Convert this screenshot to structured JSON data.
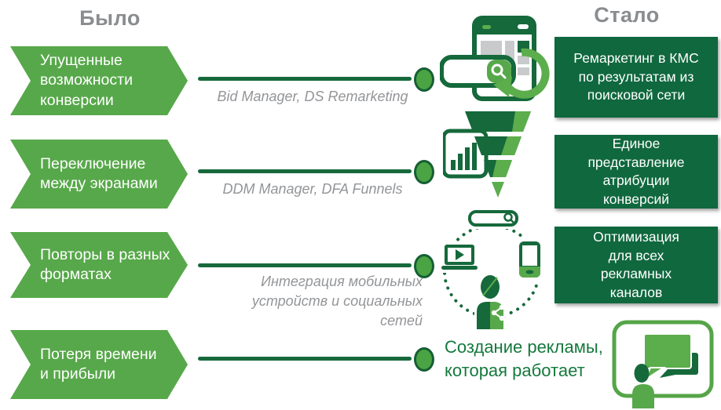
{
  "headers": {
    "before": "Было",
    "after": "Стало"
  },
  "rows": [
    {
      "problem": "Упущенные\nвозможности\nконверсии",
      "tools": "Bid Manager, DS Remarketing",
      "solution": "Ремаркетинг в КМС\nпо результатам из\nпоисковой сети",
      "icon": "browser-remarketing-refresh-icon"
    },
    {
      "problem": "Переключение\nмежду экранами",
      "tools": "DDM Manager, DFA Funnels",
      "solution": "Единое\nпредставление\nатрибуции\nконверсий",
      "icon": "funnel-analytics-icon"
    },
    {
      "problem": "Повторы в разных\nформатах",
      "tools": "Интеграция мобильных\nустройств и социальных\nсетей",
      "solution": "Оптимизация\nдля всех\nрекламных\nканалов",
      "icon": "cross-device-channels-icon"
    },
    {
      "problem": "Потеря времени\nи прибыли",
      "result": "Создание рекламы,\nкоторая работает",
      "icon": "person-chat-icon"
    }
  ],
  "colors": {
    "arrow_green": "#57A84A",
    "dark_green": "#15693B",
    "light_green": "#5CAD4C",
    "box_green": "#10683E",
    "line_green": "#17693C",
    "heading_gray": "#8A8D8F",
    "caption_gray": "#939598",
    "result_text_green": "#15793D"
  }
}
